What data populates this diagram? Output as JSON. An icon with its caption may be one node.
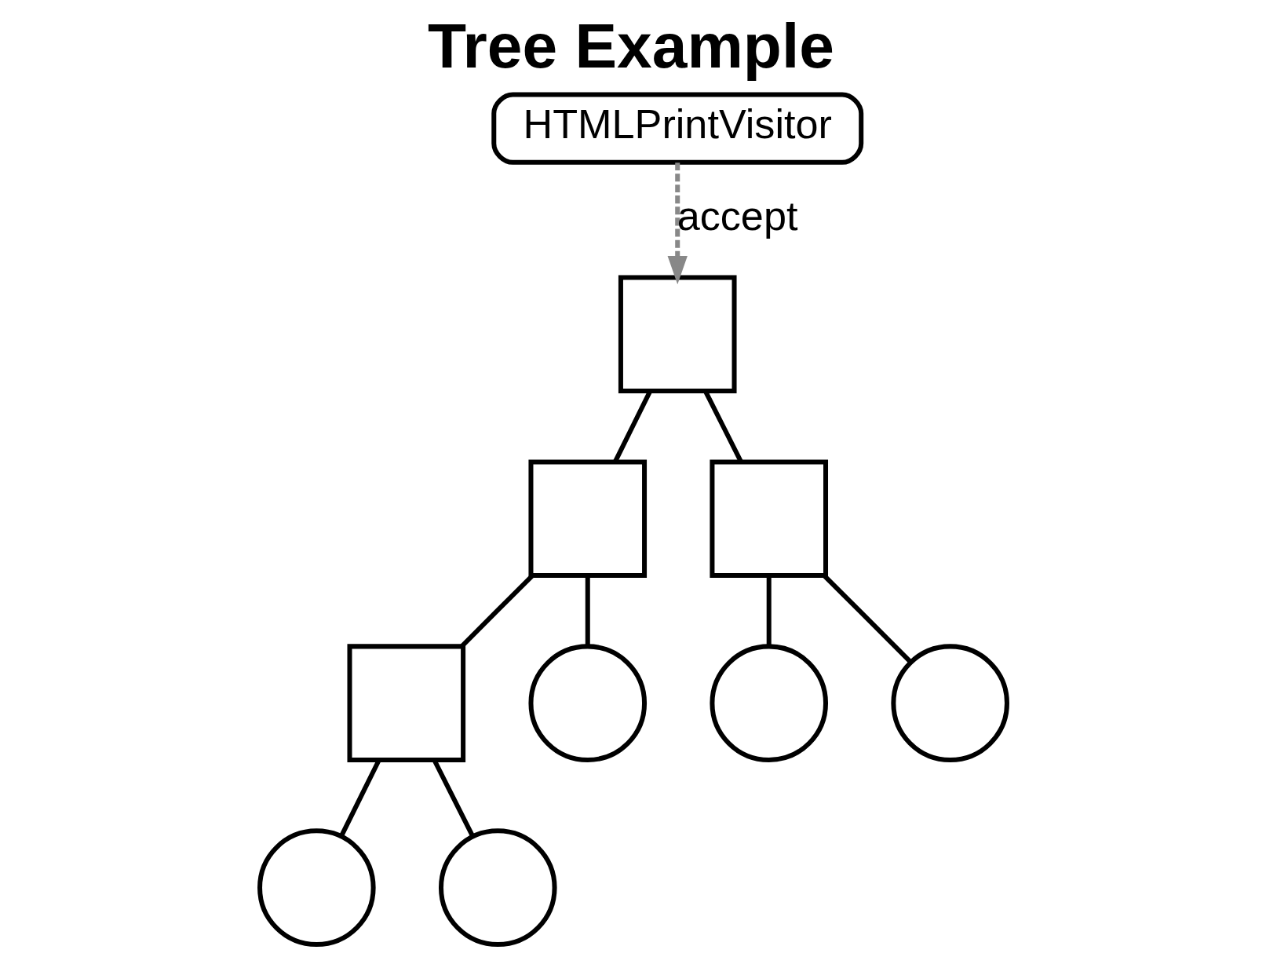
{
  "diagram": {
    "title": "Tree Example",
    "nodes": [
      {
        "text": [
          "HTMLPrintVisitor"
        ]
      },
      {
        "text": [],
        "shape": "box"
      },
      {
        "text": [],
        "shape": "box"
      },
      {
        "text": [],
        "shape": "box"
      },
      {
        "text": [],
        "shape": "box"
      },
      {
        "text": [],
        "shape": "circle"
      },
      {
        "text": [],
        "shape": "circle"
      },
      {
        "text": [],
        "shape": "circle"
      },
      {
        "text": [],
        "shape": "circle"
      },
      {
        "text": [],
        "shape": "circle"
      }
    ],
    "edges": [
      {
        "from": 0,
        "to": 1,
        "arrow": "to",
        "label": "accept",
        "style": "dashed",
        "color": "#888888"
      },
      {
        "from": 1,
        "to": 2,
        "arrow": "none"
      },
      {
        "from": 1,
        "to": 3,
        "arrow": "none"
      },
      {
        "from": 2,
        "to": 4,
        "arrow": "none"
      },
      {
        "from": 2,
        "to": 5,
        "arrow": "none"
      },
      {
        "from": 3,
        "to": 6,
        "arrow": "none"
      },
      {
        "from": 3,
        "to": 7,
        "arrow": "none"
      },
      {
        "from": 4,
        "to": 8,
        "arrow": "none"
      },
      {
        "from": 4,
        "to": 9,
        "arrow": "none"
      }
    ]
  }
}
